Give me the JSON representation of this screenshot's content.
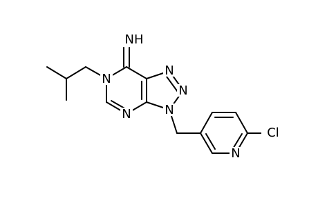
{
  "molecule": {
    "atoms": {
      "imine": "NH",
      "n6": "N",
      "n1": "N",
      "n2": "N",
      "n3": "N",
      "n4": "N",
      "py_n": "N",
      "cl": "Cl"
    },
    "colors": {
      "bond": "#000000",
      "text": "#000000",
      "background": "#ffffff"
    }
  }
}
